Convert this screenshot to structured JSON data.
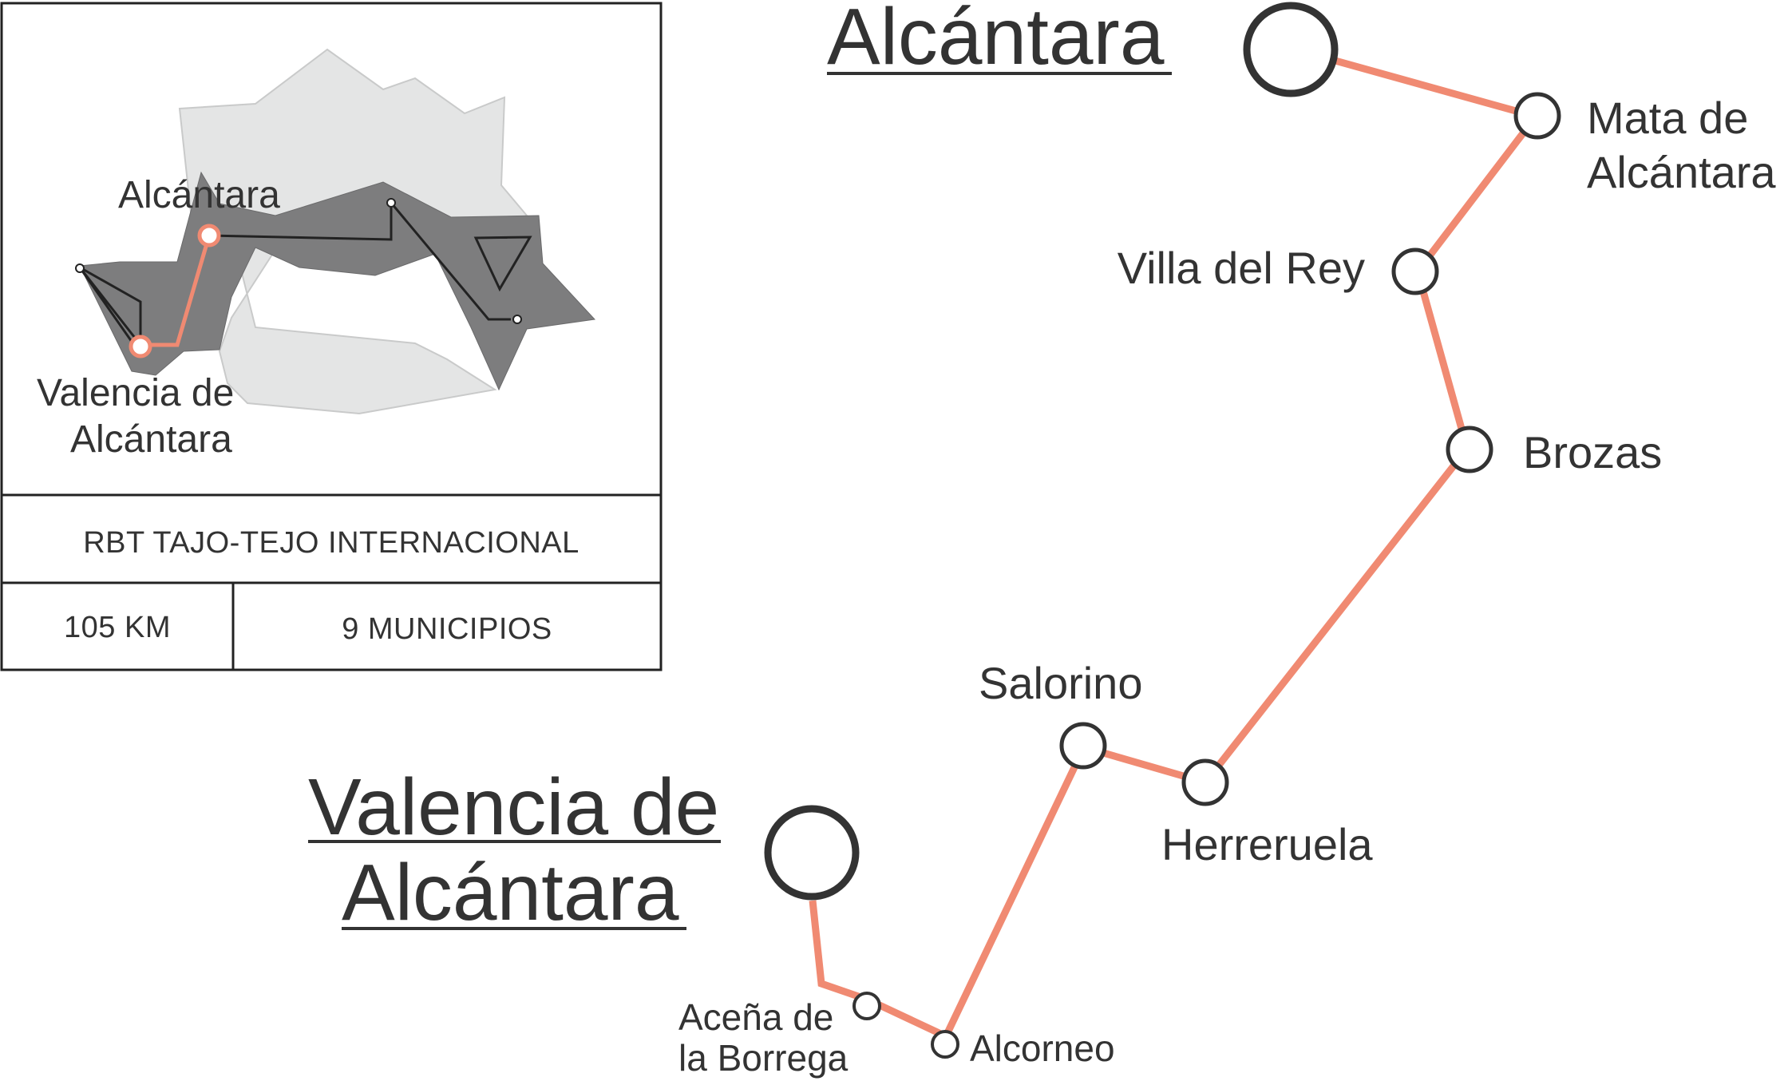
{
  "colors": {
    "route": "#f08a72",
    "ink": "#333333",
    "region_light": "#e4e5e5",
    "region_dark": "#7d7d7e",
    "background": "#ffffff"
  },
  "endpoints": {
    "start": "Valencia de Alcántara",
    "end": "Alcántara"
  },
  "stops": [
    "Alcántara",
    "Mata de Alcántara",
    "Villa del Rey",
    "Brozas",
    "Herreruela",
    "Salorino",
    "Alcorneo",
    "Aceña de la Borrega",
    "Valencia de Alcántara"
  ],
  "labels": {
    "alcantara": "Alcántara",
    "valencia_line1": "Valencia de",
    "valencia_line2": "Alcántara",
    "mata_line1": "Mata de",
    "mata_line2": "Alcántara",
    "villa": "Villa del Rey",
    "brozas": "Brozas",
    "herreruela": "Herreruela",
    "salorino": "Salorino",
    "alcorneo": "Alcorneo",
    "acena_line1": "Aceña de",
    "acena_line2": "la Borrega"
  },
  "inset": {
    "alcantara_label": "Alcántara",
    "valencia_line1": "Valencia de",
    "valencia_line2": "Alcántara"
  },
  "info": {
    "title": "RBT TAJO-TEJO INTERNACIONAL",
    "distance": "105 KM",
    "municipalities": "9 MUNICIPIOS"
  }
}
